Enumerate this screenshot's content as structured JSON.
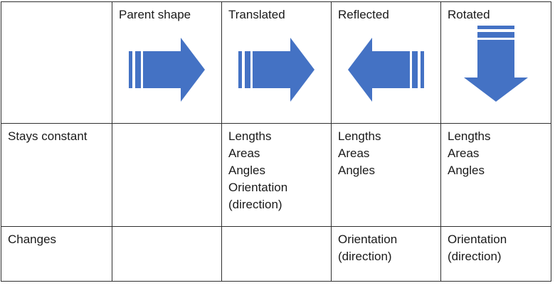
{
  "colors": {
    "arrow_fill": "#4472C4"
  },
  "table": {
    "header_row": {
      "cells": [
        {
          "label": ""
        },
        {
          "label": "Parent shape",
          "icon": "striped-arrow-right"
        },
        {
          "label": "Translated",
          "icon": "striped-arrow-right"
        },
        {
          "label": "Reflected",
          "icon": "striped-arrow-left"
        },
        {
          "label": "Rotated",
          "icon": "striped-arrow-down"
        }
      ]
    },
    "body_rows": [
      {
        "label": "Stays constant",
        "cells": [
          "",
          "Lengths\nAreas\nAngles\nOrientation\n(direction)",
          "Lengths\nAreas\nAngles",
          "Lengths\nAreas\nAngles"
        ]
      },
      {
        "label": "Changes",
        "cells": [
          "",
          "",
          "Orientation\n(direction)",
          "Orientation\n(direction)"
        ]
      }
    ]
  }
}
